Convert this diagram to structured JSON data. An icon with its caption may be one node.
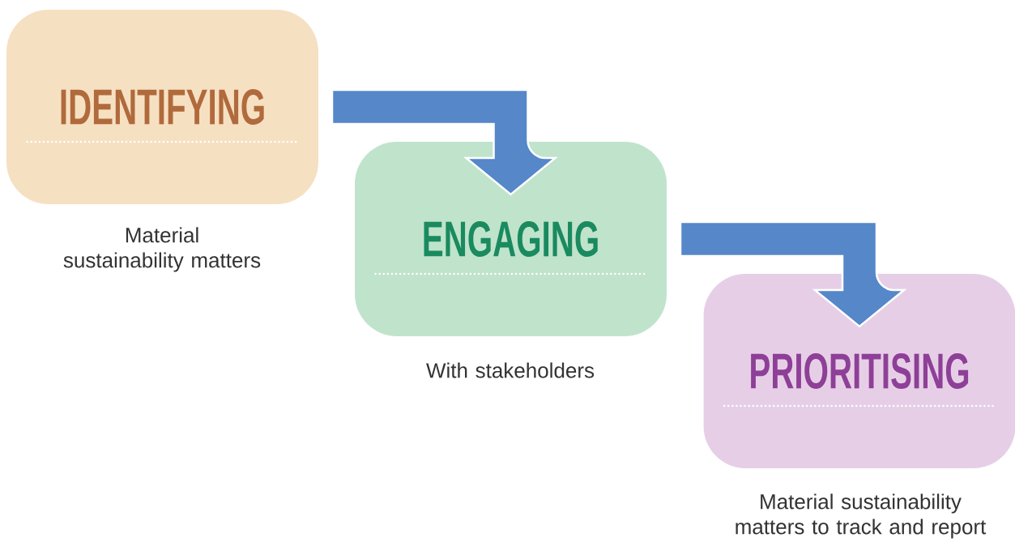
{
  "diagram": {
    "nodes": [
      {
        "text": [
          "IDENTIFYING"
        ],
        "beside": [
          "Material sustainability matters"
        ]
      },
      {
        "text": [
          "ENGAGING"
        ],
        "beside": [
          "With stakeholders"
        ]
      },
      {
        "text": [
          "PRIORITISING"
        ],
        "beside": [
          "Material sustainability matters to track and report"
        ]
      }
    ],
    "edges": [
      {
        "from": 0,
        "to": 1,
        "arrow": "to",
        "style": "thick"
      },
      {
        "from": 1,
        "to": 2,
        "arrow": "to",
        "style": "thick"
      }
    ]
  }
}
